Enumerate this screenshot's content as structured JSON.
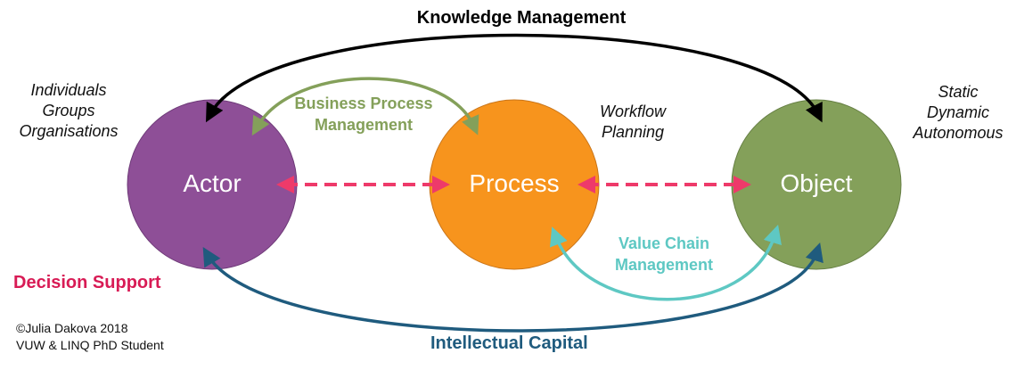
{
  "title": "Knowledge Management",
  "nodes": {
    "actor": {
      "label": "Actor",
      "color": "#8e4f97",
      "notes": [
        "Individuals",
        "Groups",
        "Organisations"
      ]
    },
    "process": {
      "label": "Process",
      "color": "#f7941d",
      "notes": [
        "Workflow",
        "Planning"
      ]
    },
    "object": {
      "label": "Object",
      "color": "#84a05a",
      "notes": [
        "Static",
        "Dynamic",
        "Autonomous"
      ]
    }
  },
  "links": {
    "bpm": {
      "lines": [
        "Business Process",
        "Management"
      ],
      "color": "#84a05a"
    },
    "vcm": {
      "lines": [
        "Value Chain",
        "Management"
      ],
      "color": "#5ec8c3"
    },
    "ic": {
      "label": "Intellectual Capital",
      "color": "#1f5b7e"
    },
    "km_color": "#000000",
    "dashed_color": "#ee3a6a"
  },
  "decision_support": {
    "label": "Decision Support",
    "color": "#d81b55"
  },
  "credit": [
    "©Julia Dakova 2018",
    "VUW & LINQ PhD Student"
  ]
}
